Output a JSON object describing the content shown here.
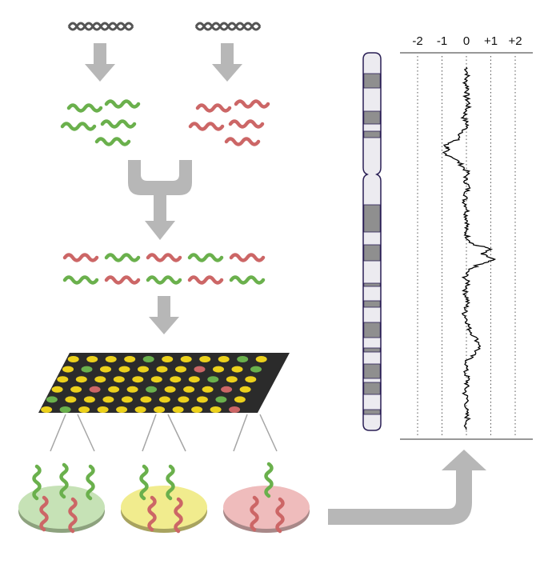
{
  "colors": {
    "green": "#6ab04c",
    "red": "#cc6666",
    "yellow": "#ecd11c",
    "arrow": "#b7b7b7",
    "chip": "#2b2b2b",
    "dna": "#555555",
    "band_dark": "#8f8f8f",
    "band_light": "#ecebf0",
    "chrom_outline": "#2a1f55",
    "dish_green": "#c6e2b6",
    "dish_yellow": "#f1ec8e",
    "dish_red": "#efbcbc"
  },
  "icons": {
    "dna": "double-helix-icon",
    "arrow": "down-arrow-icon",
    "chip": "microarray-chip",
    "chromosome": "chromosome-ideogram"
  },
  "chart_data": {
    "type": "line",
    "title": "",
    "xlabel": "",
    "ylabel": "",
    "xlim": [
      -2.6,
      2.6
    ],
    "x_ticks": [
      "-2",
      "-1",
      "0",
      "+1",
      "+2"
    ],
    "x_tick_values": [
      -2,
      -1,
      0,
      1,
      2
    ],
    "grid": true,
    "series": [
      {
        "points": [
          [
            0.0,
            0.0
          ],
          [
            0.05,
            0.02
          ],
          [
            -0.05,
            0.04
          ],
          [
            0.08,
            0.06
          ],
          [
            -0.02,
            0.08
          ],
          [
            0.1,
            0.1
          ],
          [
            0.0,
            0.12
          ],
          [
            -0.1,
            0.14
          ],
          [
            0.05,
            0.16
          ],
          [
            -0.15,
            0.18
          ],
          [
            -0.4,
            0.2
          ],
          [
            -0.9,
            0.215
          ],
          [
            -0.7,
            0.225
          ],
          [
            -1.0,
            0.235
          ],
          [
            -0.5,
            0.25
          ],
          [
            -0.2,
            0.27
          ],
          [
            0.05,
            0.29
          ],
          [
            -0.05,
            0.31
          ],
          [
            0.08,
            0.33
          ],
          [
            0.0,
            0.35
          ],
          [
            -0.08,
            0.37
          ],
          [
            0.05,
            0.39
          ],
          [
            0.0,
            0.41
          ],
          [
            0.06,
            0.43
          ],
          [
            -0.05,
            0.45
          ],
          [
            0.05,
            0.47
          ],
          [
            0.3,
            0.49
          ],
          [
            1.0,
            0.5
          ],
          [
            0.6,
            0.515
          ],
          [
            1.1,
            0.53
          ],
          [
            0.5,
            0.545
          ],
          [
            0.05,
            0.56
          ],
          [
            -0.05,
            0.58
          ],
          [
            0.08,
            0.6
          ],
          [
            -0.06,
            0.62
          ],
          [
            0.05,
            0.64
          ],
          [
            0.0,
            0.66
          ],
          [
            -0.08,
            0.68
          ],
          [
            0.05,
            0.7
          ],
          [
            0.1,
            0.72
          ],
          [
            0.3,
            0.74
          ],
          [
            0.6,
            0.77
          ],
          [
            0.3,
            0.79
          ],
          [
            0.05,
            0.81
          ],
          [
            -0.05,
            0.84
          ],
          [
            0.06,
            0.86
          ],
          [
            0.0,
            0.88
          ],
          [
            -0.06,
            0.9
          ],
          [
            0.05,
            0.92
          ],
          [
            -0.03,
            0.95
          ],
          [
            0.05,
            0.97
          ],
          [
            0.0,
            1.0
          ]
        ]
      }
    ]
  }
}
